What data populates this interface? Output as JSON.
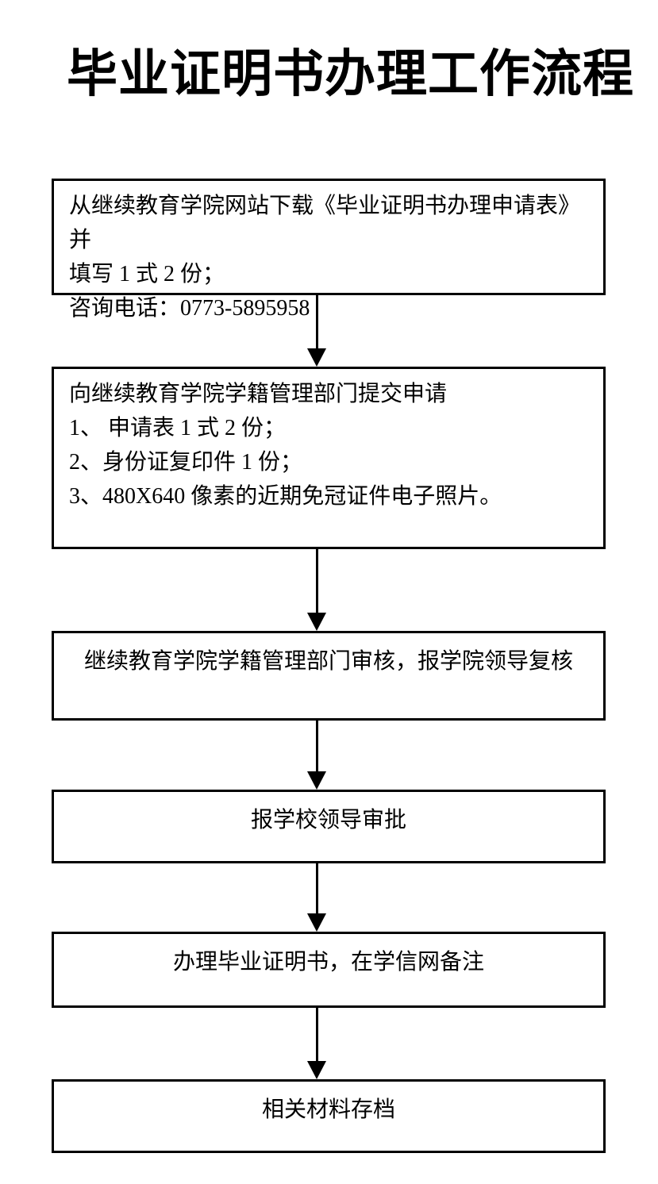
{
  "title": "毕业证明书办理工作流程",
  "colors": {
    "background": "#ffffff",
    "line": "#000000",
    "text": "#000000"
  },
  "flowchart": {
    "connector": "down-arrow",
    "steps": [
      {
        "id": "download-application-form",
        "align": "left",
        "lines": [
          "从继续教育学院网站下载《毕业证明书办理申请表》并",
          "填写 1 式 2 份；",
          "咨询电话：0773-5895958"
        ]
      },
      {
        "id": "submit-application",
        "align": "left",
        "lines": [
          "向继续教育学院学籍管理部门提交申请",
          "1、 申请表 1 式 2 份；",
          "2、身份证复印件 1 份；",
          "3、480X640 像素的近期免冠证件电子照片。"
        ]
      },
      {
        "id": "department-review",
        "align": "center",
        "lines": [
          "继续教育学院学籍管理部门审核，报学院领导复核"
        ]
      },
      {
        "id": "school-leader-approval",
        "align": "center",
        "lines": [
          "报学校领导审批"
        ]
      },
      {
        "id": "issue-certificate",
        "align": "center",
        "lines": [
          "办理毕业证明书，在学信网备注"
        ]
      },
      {
        "id": "archive-materials",
        "align": "center",
        "lines": [
          "相关材料存档"
        ]
      }
    ]
  }
}
